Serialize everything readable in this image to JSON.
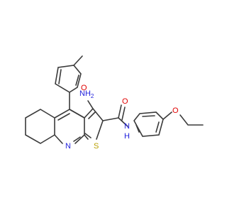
{
  "colors": {
    "bond": "#3a3a3a",
    "carbon": "#3a3a3a",
    "nitrogen": "#1f1fdc",
    "oxygen": "#e00000",
    "sulfur": "#b8a000"
  },
  "atoms": {
    "o_furan": "O",
    "nh2": "NH",
    "nh2_sub": "2",
    "o_carbonyl": "O",
    "n_ring": "N",
    "s_ring": "S",
    "nh_amide": "N",
    "h_amide": "H",
    "o_ether": "O"
  }
}
